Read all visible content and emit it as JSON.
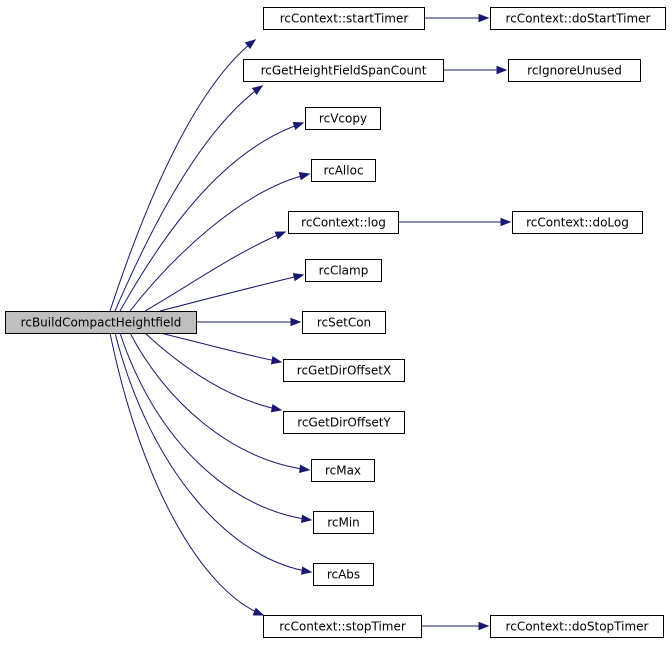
{
  "diagram": {
    "root_label": "rcBuildCompactHeightfield",
    "labels": {
      "root": "rcBuildCompactHeightfield",
      "startTimer": "rcContext::startTimer",
      "doStartTimer": "rcContext::doStartTimer",
      "getHFSpanCount": "rcGetHeightFieldSpanCount",
      "ignoreUnused": "rcIgnoreUnused",
      "vcopy": "rcVcopy",
      "alloc": "rcAlloc",
      "log": "rcContext::log",
      "doLog": "rcContext::doLog",
      "clamp": "rcClamp",
      "setCon": "rcSetCon",
      "dirOffsetX": "rcGetDirOffsetX",
      "dirOffsetY": "rcGetDirOffsetY",
      "max": "rcMax",
      "min": "rcMin",
      "abs": "rcAbs",
      "stopTimer": "rcContext::stopTimer",
      "doStopTimer": "rcContext::doStopTimer"
    },
    "edges": [
      [
        "root",
        "startTimer"
      ],
      [
        "startTimer",
        "doStartTimer"
      ],
      [
        "root",
        "getHFSpanCount"
      ],
      [
        "getHFSpanCount",
        "ignoreUnused"
      ],
      [
        "root",
        "vcopy"
      ],
      [
        "root",
        "alloc"
      ],
      [
        "root",
        "log"
      ],
      [
        "log",
        "doLog"
      ],
      [
        "root",
        "clamp"
      ],
      [
        "root",
        "setCon"
      ],
      [
        "root",
        "dirOffsetX"
      ],
      [
        "root",
        "dirOffsetY"
      ],
      [
        "root",
        "max"
      ],
      [
        "root",
        "min"
      ],
      [
        "root",
        "abs"
      ],
      [
        "root",
        "stopTimer"
      ],
      [
        "stopTimer",
        "doStopTimer"
      ]
    ],
    "colors": {
      "edge": "#191970",
      "root_fill": "#bfbfbf",
      "node_fill": "#ffffff",
      "node_border": "#000000"
    }
  }
}
